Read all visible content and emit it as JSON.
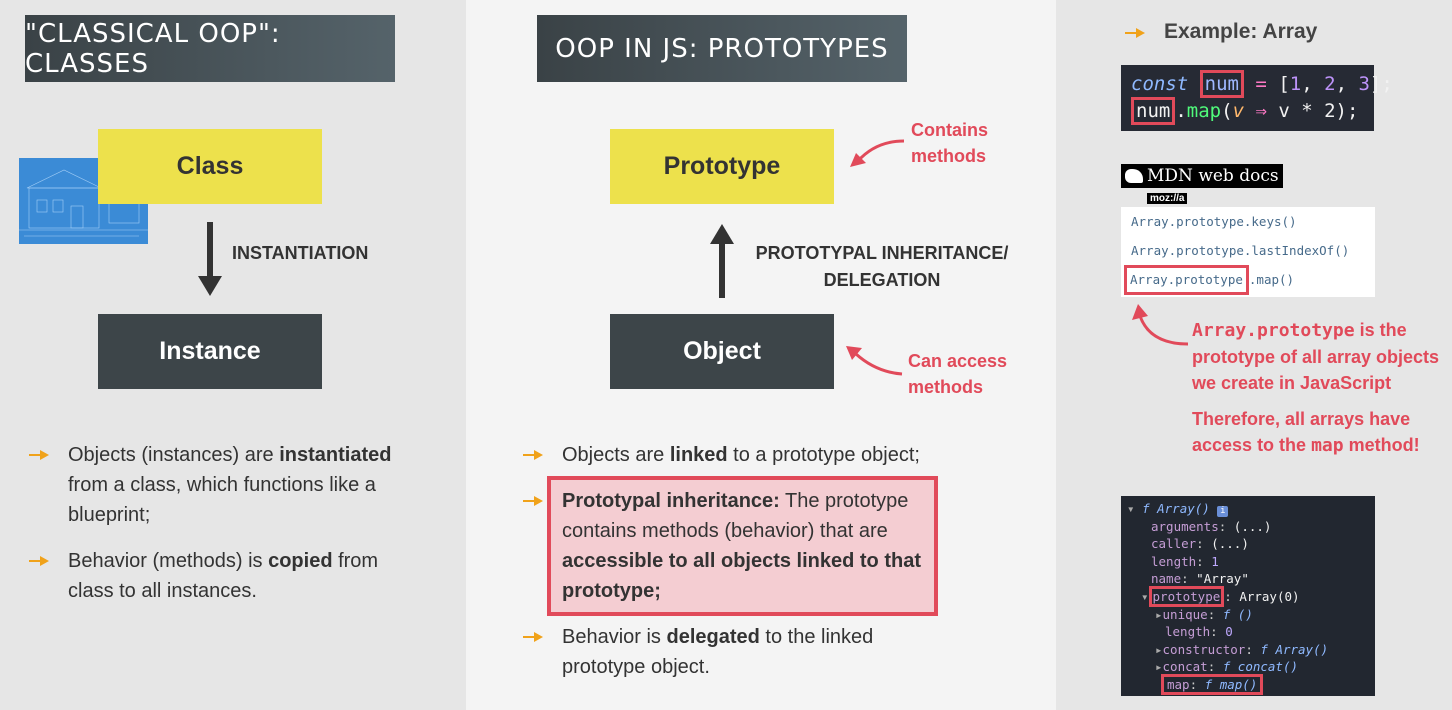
{
  "left": {
    "title": "\"CLASSICAL OOP\": CLASSES",
    "class_label": "Class",
    "arrow_label": "INSTANTIATION",
    "instance_label": "Instance",
    "bullet1": {
      "pre": "Objects (instances) are ",
      "bold": "instantiated",
      "post": " from a class, which functions like a blueprint;"
    },
    "bullet2": {
      "pre": "Behavior (methods) is ",
      "bold": "copied",
      "post": " from class to all instances."
    }
  },
  "middle": {
    "title": "OOP IN JS: PROTOTYPES",
    "prototype_label": "Prototype",
    "object_label": "Object",
    "arrow_label_line1": "PROTOTYPAL INHERITANCE/",
    "arrow_label_line2": "DELEGATION",
    "note_contains_line1": "Contains",
    "note_contains_line2": "methods",
    "note_access_line1": "Can access",
    "note_access_line2": "methods",
    "bullet1": {
      "pre": "Objects are ",
      "bold": "linked",
      "post": " to a prototype object;"
    },
    "bullet2": {
      "bold1": "Prototypal inheritance:",
      "mid": " The prototype contains methods (behavior) that are ",
      "bold2": "accessible to all objects linked to that prototype;"
    },
    "bullet3": {
      "pre": "Behavior is ",
      "bold": "delegated",
      "post": " to the linked prototype object."
    }
  },
  "right": {
    "example_title": "Example: Array",
    "code_line1": {
      "kw": "const",
      "name": "num",
      "rest_eq": " = ",
      "arr_open": "[",
      "n1": "1",
      "n2": "2",
      "n3": "3",
      "arr_close": "];"
    },
    "code_line2": {
      "name": "num",
      "dot": ".",
      "method": "map",
      "open": "(",
      "param": "v",
      "arrow": " ⇒ ",
      "body": "v * 2",
      "close": ");"
    },
    "mdn_logo_text": "MDN web docs",
    "mdn_sub": "moz://a",
    "mdn_items": [
      "Array.prototype.keys()",
      "Array.prototype.lastIndexOf()",
      "Array.prototype",
      ".map()"
    ],
    "note1_code": "Array.prototype",
    "note1_rest": " is the",
    "note1_bold": "prototype",
    "note1_line2_rest": " of all array objects",
    "note1_line3": "we create in JavaScript",
    "note2_line1": "Therefore, all arrays have",
    "note2_line2_pre": "access to the ",
    "note2_line2_code": "map",
    "note2_line2_post": " method!",
    "console": {
      "header": "f Array()",
      "lines": [
        {
          "k": "arguments",
          "v": "(...)"
        },
        {
          "k": "caller",
          "v": "(...)"
        },
        {
          "k": "length",
          "v": "1"
        },
        {
          "k": "name",
          "v": "\"Array\""
        },
        {
          "k": "prototype",
          "v": "Array(0)"
        },
        {
          "k": "unique",
          "v": "f ()"
        },
        {
          "k": "length",
          "v": "0"
        },
        {
          "k": "constructor",
          "v": "f Array()"
        },
        {
          "k": "concat",
          "v": "f concat()"
        },
        {
          "k": "map",
          "v": "f map()"
        }
      ]
    }
  },
  "colors": {
    "yellow": "#ede14c",
    "dark": "#3d4549",
    "accent_red": "#e14a5a",
    "panel_left": "#e6e6e6",
    "panel_mid": "#f4f4f4",
    "panel_right": "#e6e6e6"
  }
}
